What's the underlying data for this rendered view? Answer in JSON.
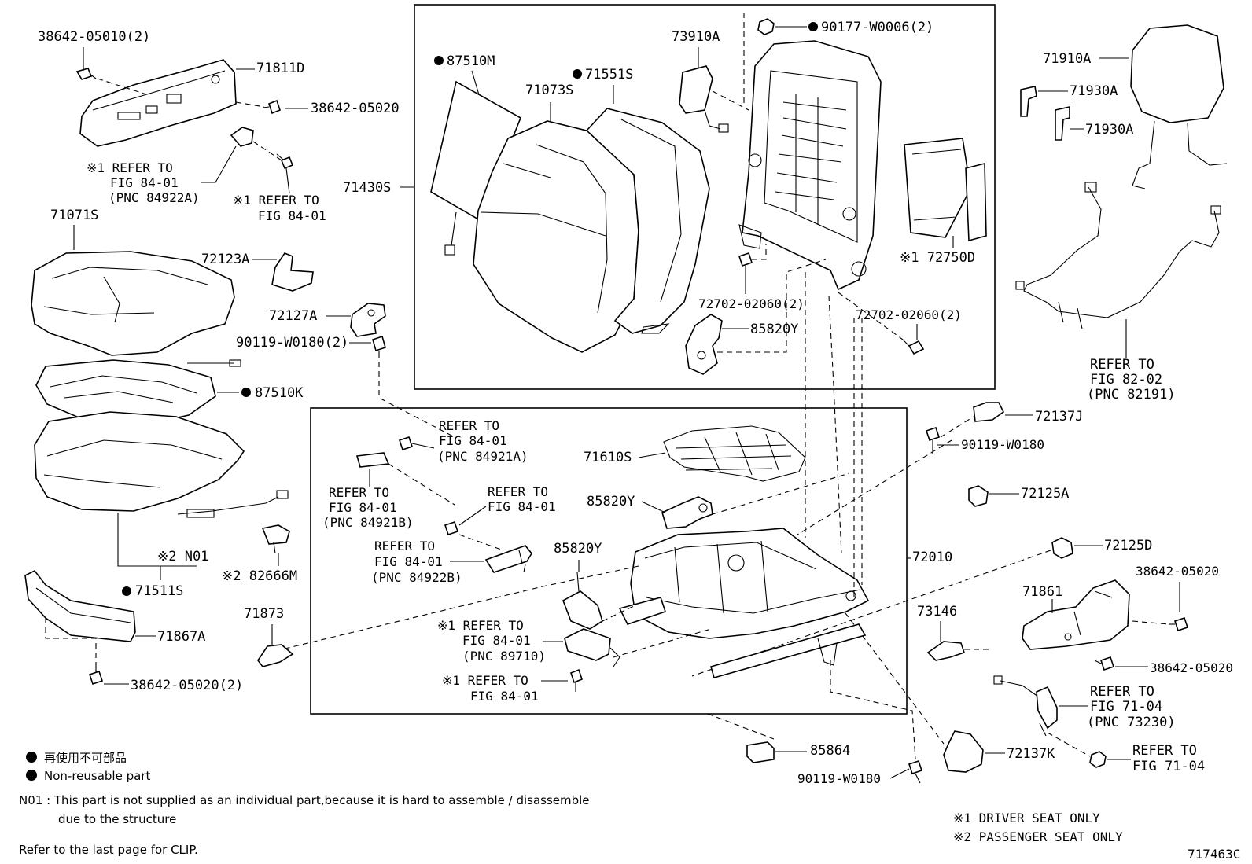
{
  "diagram_id": "717463C",
  "labels": {
    "p38642_05010": "38642-05010(2)",
    "p71811D": "71811D",
    "p38642_05020_a": "38642-05020",
    "ref1_a": "※1 REFER TO",
    "ref1_a2": "FIG 84-01",
    "ref1_a3": "(PNC 84922A)",
    "ref1_b": "※1 REFER TO",
    "ref1_b2": "FIG 84-01",
    "p71071S": "71071S",
    "p72123A": "72123A",
    "p72127A": "72127A",
    "p90119_W0180_2": "90119-W0180(2)",
    "p87510K": "87510K",
    "pN01": "※2 N01",
    "p82666M": "※2 82666M",
    "p71511S": "71511S",
    "p71873": "71873",
    "p71867A": "71867A",
    "p38642_05020_2": "38642-05020(2)",
    "p87510M": "87510M",
    "p71073S": "71073S",
    "p71551S": "71551S",
    "p71430S": "71430S",
    "p73910A": "73910A",
    "p90177": "90177-W0006(2)",
    "p72750D": "※1 72750D",
    "p72702_a": "72702-02060(2)",
    "p72702_b": "72702-02060(2)",
    "p85820Y_a": "85820Y",
    "p71910A": "71910A",
    "p71930A_a": "71930A",
    "p71930A_b": "71930A",
    "ref82_1": "REFER TO",
    "ref82_2": "FIG 82-02",
    "ref82_3": "(PNC 82191)",
    "p72137J": "72137J",
    "p90119_W0180_a": "90119-W0180",
    "p72125A": "72125A",
    "p72125D": "72125D",
    "p38642_05020_b": "38642-05020",
    "p71861": "71861",
    "p73146": "73146",
    "p38642_05020_c": "38642-05020",
    "ref71_1": "REFER TO",
    "ref71_2": "FIG 71-04",
    "ref71_3": "(PNC 73230)",
    "ref71b_1": "REFER TO",
    "ref71b_2": "FIG 71-04",
    "p72137K": "72137K",
    "p85864": "85864",
    "p90119_W0180_b": "90119-W0180",
    "p72010": "72010",
    "p71610S": "71610S",
    "p85820Y_b": "85820Y",
    "p85820Y_c": "85820Y",
    "refA_1": "REFER TO",
    "refA_2": "FIG 84-01",
    "refA_3": "(PNC 84921A)",
    "refB_1": "REFER TO",
    "refB_2": "FIG 84-01",
    "refB_3": "(PNC 84921B)",
    "refC_1": "REFER TO",
    "refC_2": "FIG 84-01",
    "refD_1": "REFER TO",
    "refD_2": "FIG 84-01",
    "refD_3": "(PNC 84922B)",
    "refE_1": "※1 REFER TO",
    "refE_2": "FIG 84-01",
    "refE_3": "(PNC 89710)",
    "refF_1": "※1 REFER TO",
    "refF_2": "FIG 84-01"
  },
  "legend": {
    "non_reusable_jp": "再使用不可部品",
    "non_reusable_en": "Non-reusable part",
    "n01_line1": "N01 : This part is not supplied as an individual part,because it is hard to assemble / disassemble",
    "n01_line2": "due to the structure",
    "clip_note": "Refer to the last page for CLIP.",
    "note1": "※1  DRIVER SEAT  ONLY",
    "note2": "※2  PASSENGER SEAT  ONLY"
  }
}
